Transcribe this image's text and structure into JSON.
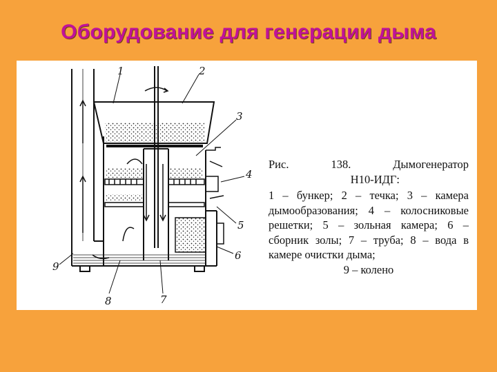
{
  "slide": {
    "title": "Оборудование для генерации дыма"
  },
  "figure": {
    "callouts": [
      "1",
      "2",
      "3",
      "4",
      "5",
      "6",
      "7",
      "8",
      "9"
    ],
    "caption": {
      "ris": "Рис.",
      "number": "138.",
      "title_line1": "Дымогенератор",
      "title_line2": "Н10-ИДГ:",
      "legend": "1 – бункер; 2 – течка; 3 – камера дымообразования; 4 – колосниковые решетки; 5 – зольная камера; 6 – сборник золы; 7 – труба; 8 – вода в камере очистки дыма;",
      "legend_last": "9 – колено"
    }
  }
}
